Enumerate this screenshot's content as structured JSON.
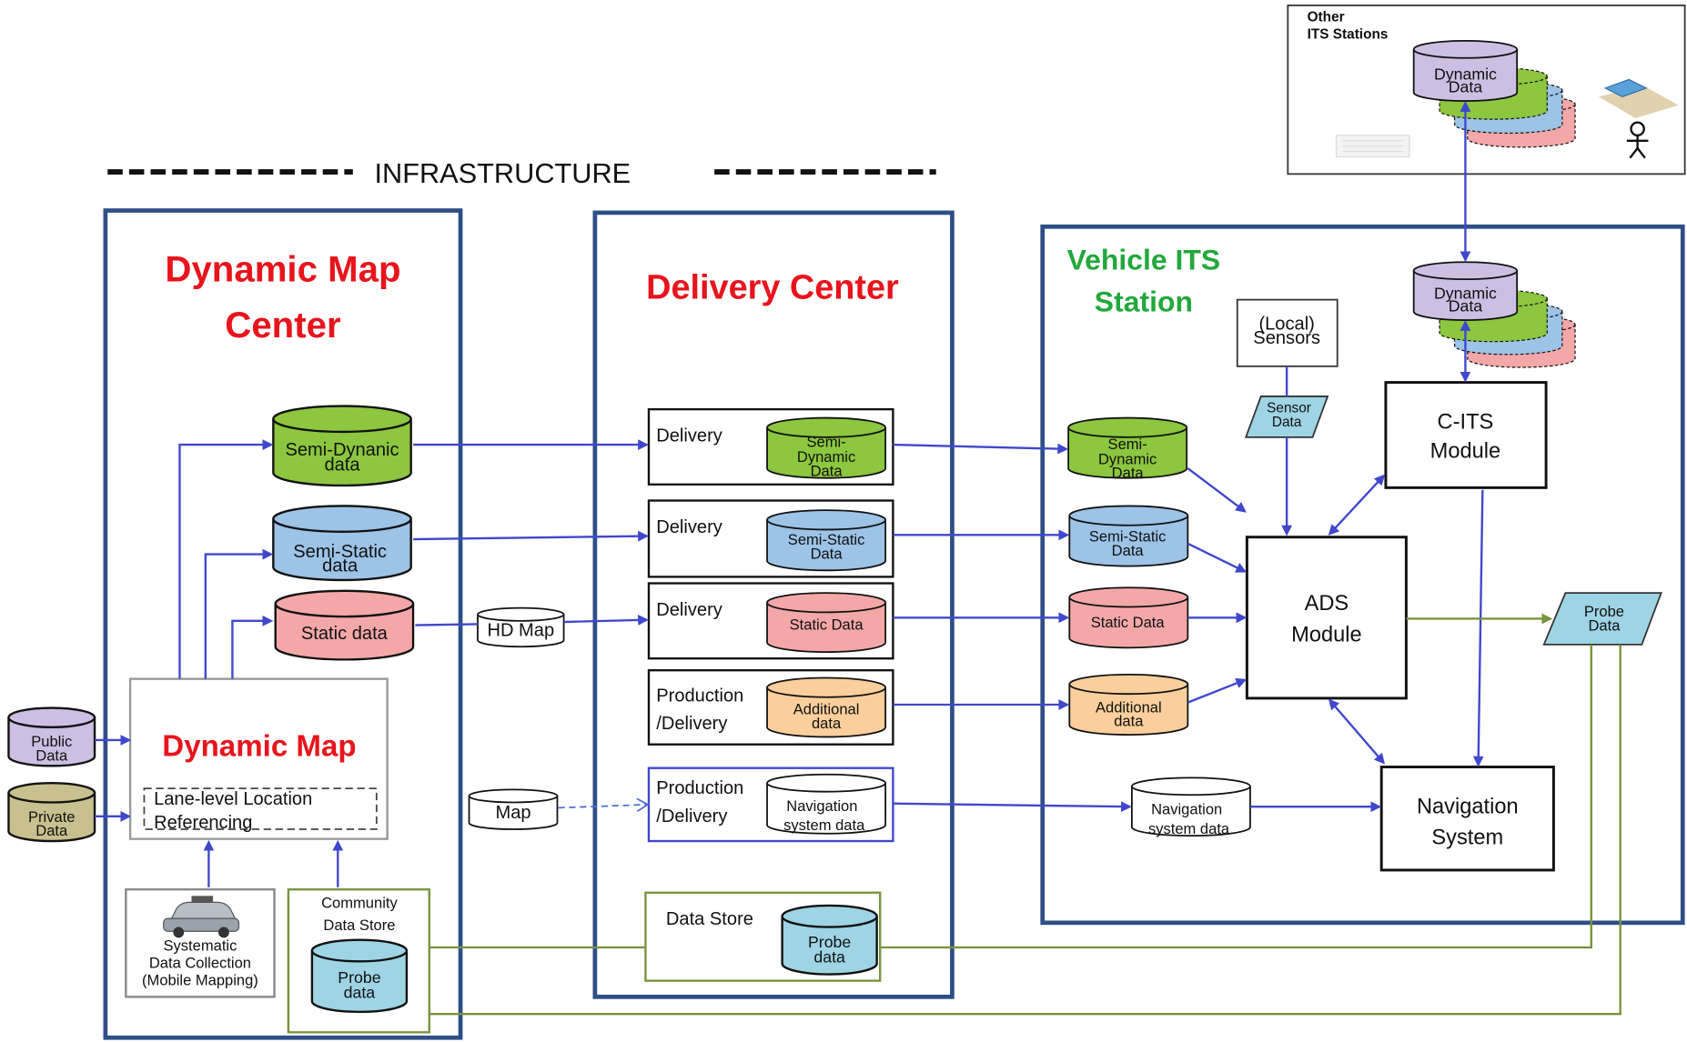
{
  "header": {
    "title": "INFRASTRUCTURE"
  },
  "dynamic_map_center": {
    "title_line1": "Dynamic Map",
    "title_line2": "Center",
    "semi_dynamic": {
      "line1": "Semi-Dynanic",
      "line2": "data"
    },
    "semi_static": {
      "line1": "Semi-Static",
      "line2": "data"
    },
    "static": "Static data",
    "dynamic_map": {
      "title": "Dynamic Map",
      "referencing_line1": "Lane-level Location",
      "referencing_line2": "Referencing"
    },
    "systematic": {
      "line1": "Systematic",
      "line2": "Data Collection",
      "line3": "(Mobile Mapping)"
    },
    "community": {
      "line1": "Community",
      "line2": "Data Store",
      "probe_line1": "Probe",
      "probe_line2": "data"
    }
  },
  "inputs": {
    "public": {
      "line1": "Public",
      "line2": "Data"
    },
    "private": {
      "line1": "Private",
      "line2": "Data"
    }
  },
  "between": {
    "hd_map": "HD Map",
    "map": "Map"
  },
  "delivery_center": {
    "title": "Delivery Center",
    "rows": [
      {
        "label_line1": "Delivery",
        "label_line2": "",
        "db_line1": "Semi-",
        "db_line2": "Dynamic",
        "db_line3": "Data"
      },
      {
        "label_line1": "Delivery",
        "label_line2": "",
        "db_line1": "Semi-Static",
        "db_line2": "Data"
      },
      {
        "label_line1": "Delivery",
        "label_line2": "",
        "db_line1": "Static Data"
      },
      {
        "label_line1": "Production",
        "label_line2": "/Delivery",
        "db_line1": "Additional",
        "db_line2": "data"
      },
      {
        "label_line1": "Production",
        "label_line2": "/Delivery",
        "db_line1": "Navigation",
        "db_line2": "system data"
      }
    ],
    "data_store": {
      "label": "Data Store",
      "probe_line1": "Probe",
      "probe_line2": "data"
    }
  },
  "vehicle": {
    "title_line1": "Vehicle ITS",
    "title_line2": "Station",
    "local_sensors": {
      "line1": "(Local)",
      "line2": "Sensors"
    },
    "sensor_data": {
      "line1": "Sensor",
      "line2": "Data"
    },
    "dynamic": {
      "line1": "Dynamic",
      "line2": "Data"
    },
    "citsmodule": {
      "line1": "C-ITS",
      "line2": "Module"
    },
    "ads": {
      "line1": "ADS",
      "line2": "Module"
    },
    "navigation": {
      "line1": "Navigation",
      "line2": "System"
    },
    "probe": {
      "line1": "Probe",
      "line2": "Data"
    },
    "semi_dynamic": {
      "line1": "Semi-",
      "line2": "Dynamic",
      "line3": "Data"
    },
    "semi_static": {
      "line1": "Semi-Static",
      "line2": "Data"
    },
    "static": "Static Data",
    "additional": {
      "line1": "Additional",
      "line2": "data"
    },
    "nav_data": {
      "line1": "Navigation",
      "line2": "system data"
    }
  },
  "other_its": {
    "label_line1": "Other",
    "label_line2": "ITS Stations",
    "dynamic": {
      "line1": "Dynamic",
      "line2": "Data"
    }
  },
  "colors": {
    "green_db": "#8dc63f",
    "blue_db": "#9dc3e6",
    "pink_db": "#f4a7a7",
    "orange_db": "#fbcf9c",
    "purple_db": "#cdbfe3",
    "tan_db": "#c9c08f",
    "cyan_db": "#9ed4e4",
    "frame_blue": "#2e4f86",
    "arrow_blue": "#3f48cc",
    "line_green": "#77933c"
  }
}
